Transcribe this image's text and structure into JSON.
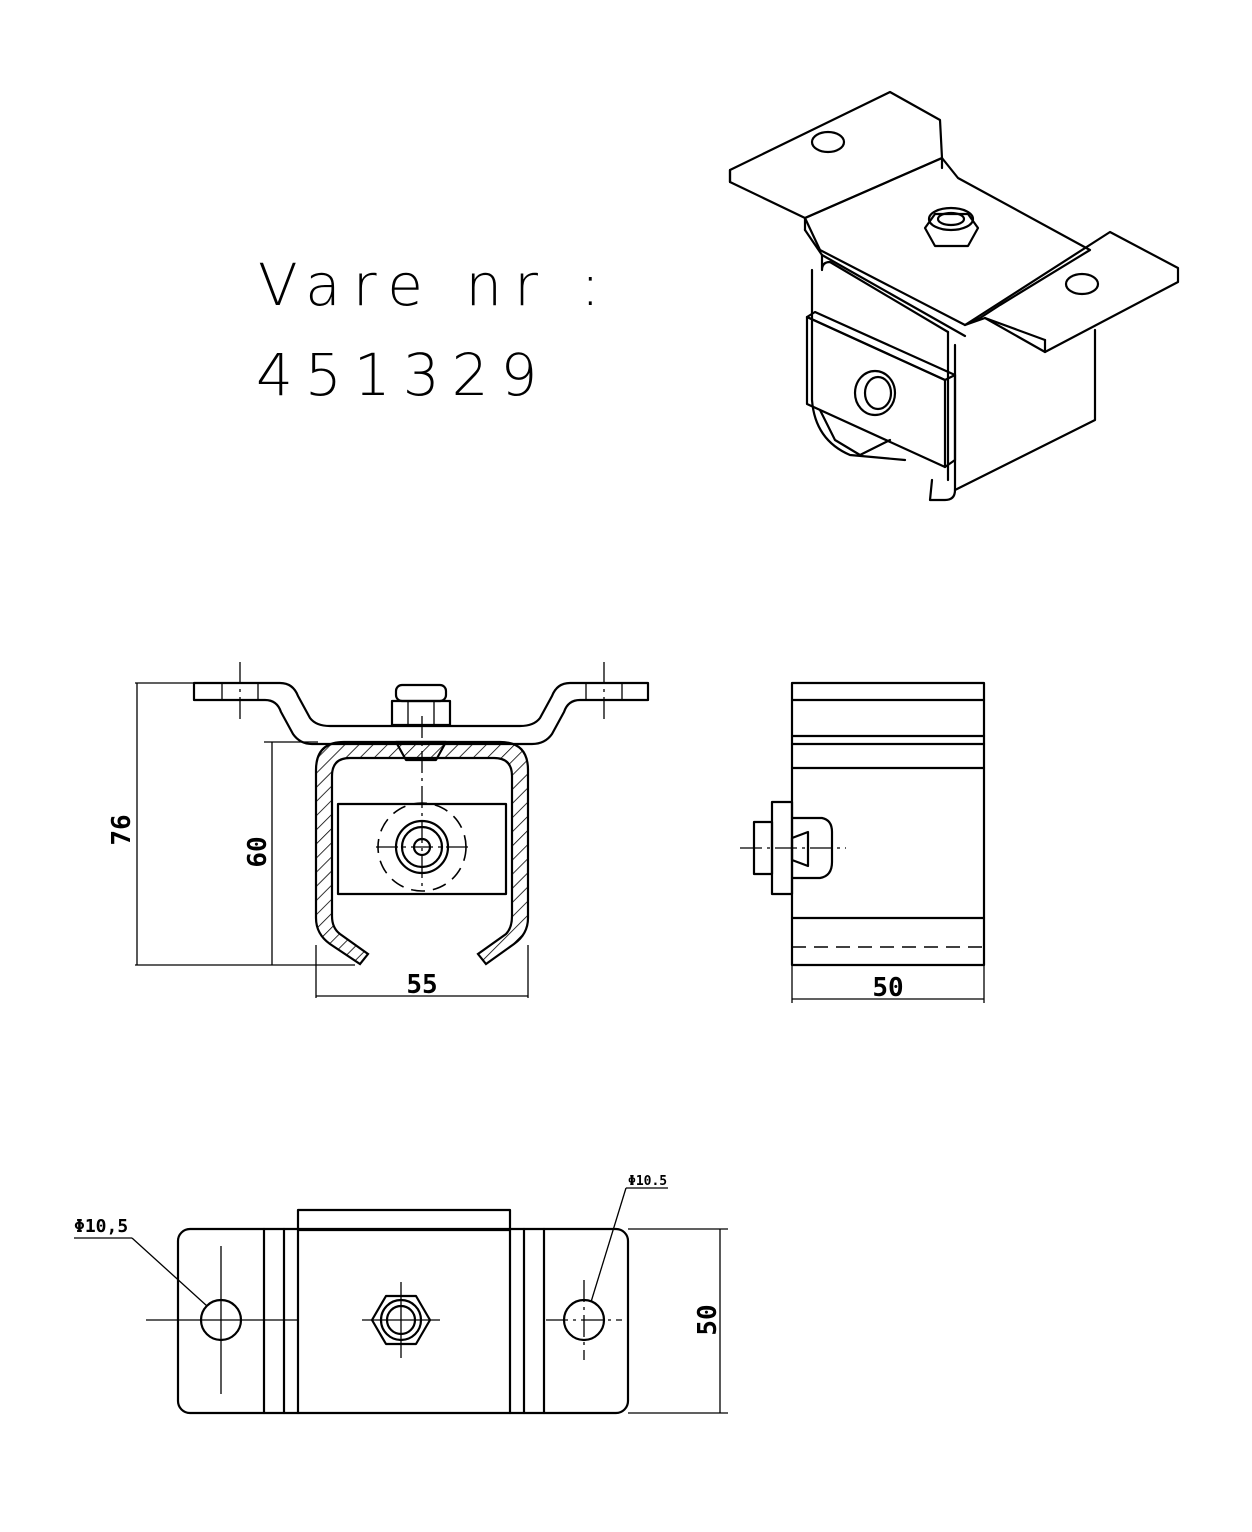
{
  "label": {
    "line1": "Vare nr :",
    "line2": "451329"
  },
  "dimensions": {
    "height_total": "76",
    "height_channel": "60",
    "width_channel": "55",
    "depth_side": "50",
    "hole_left": "Φ10,5",
    "hole_right": "Φ10.5",
    "depth_top": "50"
  }
}
